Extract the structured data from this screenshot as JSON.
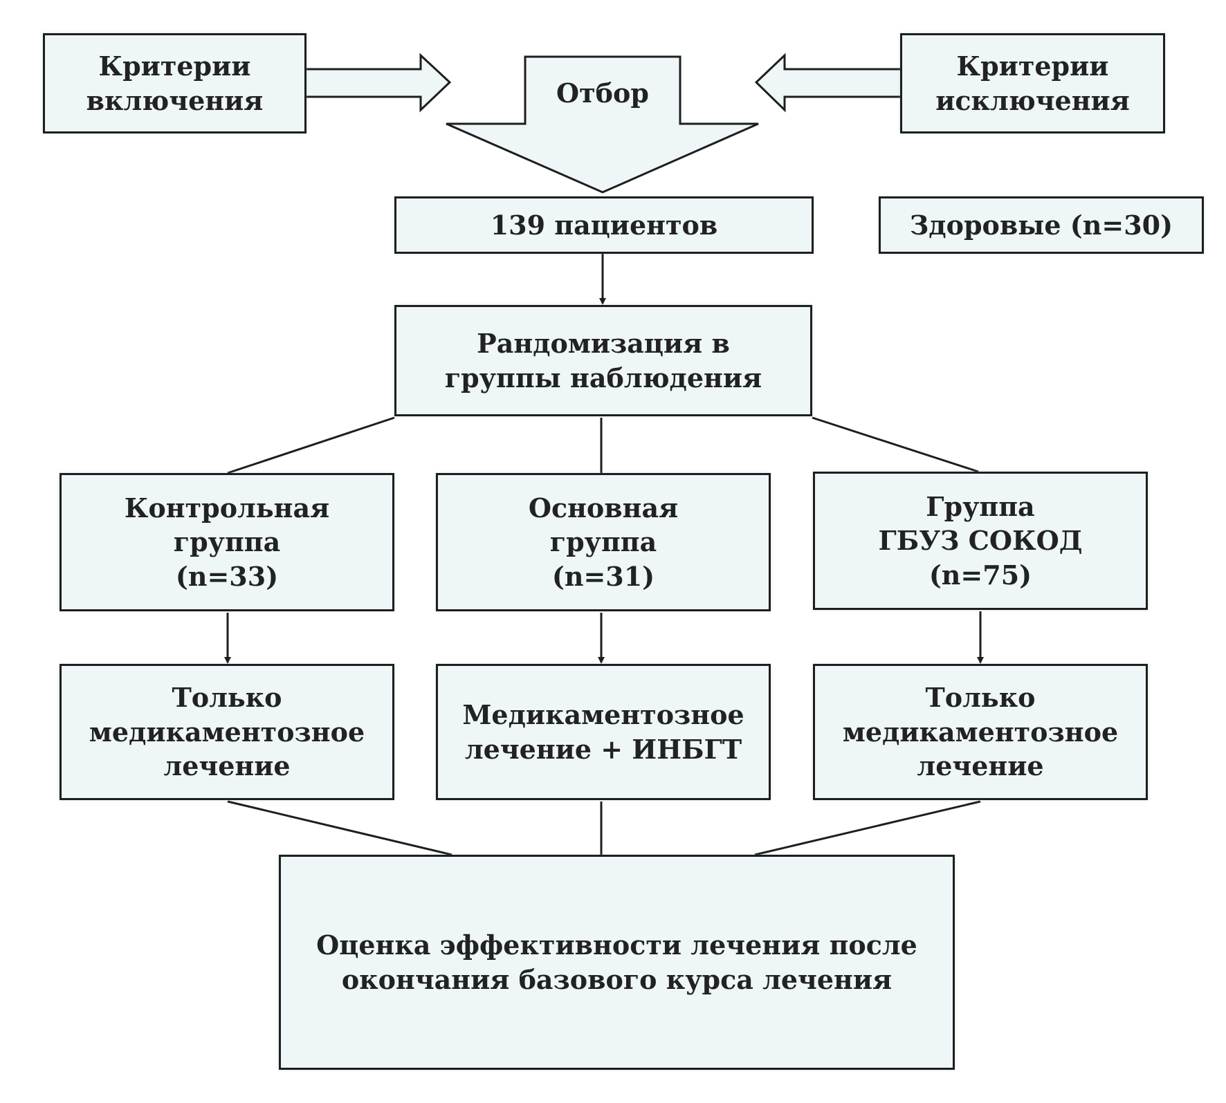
{
  "colors": {
    "fill": "#eef6f7",
    "stroke": "#1e1e1e",
    "text": "#222222"
  },
  "inclusion": "Критерии\nвключения",
  "selection": "Отбор",
  "exclusion": "Критерии\nисключения",
  "patients": "139 пациентов",
  "healthy": "Здоровые (n=30)",
  "randomization": "Рандомизация в\nгруппы наблюдения",
  "groups": [
    {
      "name": "Контрольная\nгруппа\n(n=33)",
      "treatment": "Только\nмедикаментозное\nлечение"
    },
    {
      "name": "Основная\nгруппа\n(n=31)",
      "treatment": "Медикаментозное\nлечение + ИНБГТ"
    },
    {
      "name": "Группа\nГБУЗ СОКОД\n(n=75)",
      "treatment": "Только\nмедикаментозное\nлечение"
    }
  ],
  "evaluation": "Оценка эффективности лечения после\nокончания базового курса лечения"
}
